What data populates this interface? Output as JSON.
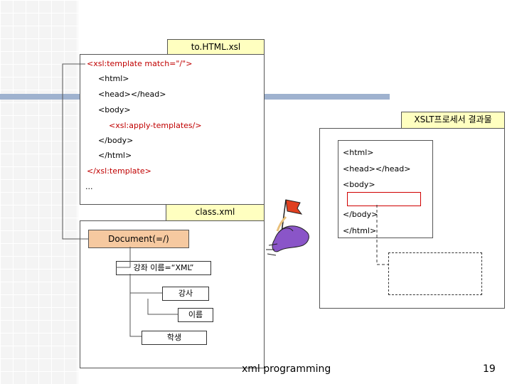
{
  "xsl": {
    "title": "to.HTML.xsl",
    "lines": [
      "<xsl:template match=\"/\">",
      "<html>",
      "<head></head>",
      "<body>",
      "<xsl:apply-templates/>",
      "</body>",
      "</html>",
      "</xsl:template>",
      "..."
    ]
  },
  "result": {
    "title": "XSLT프로세서 결과물",
    "lines": [
      "<html>",
      "<head></head>",
      "<body>",
      "</body>",
      "</html>"
    ]
  },
  "xml": {
    "title": "class.xml",
    "root": "Document(=/)",
    "nodes": [
      "강좌 이름=“XML”",
      "강사",
      "이름",
      "학생"
    ]
  },
  "footer": {
    "center": "xml programming",
    "page": "19"
  },
  "colors": {
    "red_text": "#c00000",
    "label_yellow": "#ffffc0",
    "root_orange": "#f6c9a0",
    "bar": "#9fb2cf"
  }
}
